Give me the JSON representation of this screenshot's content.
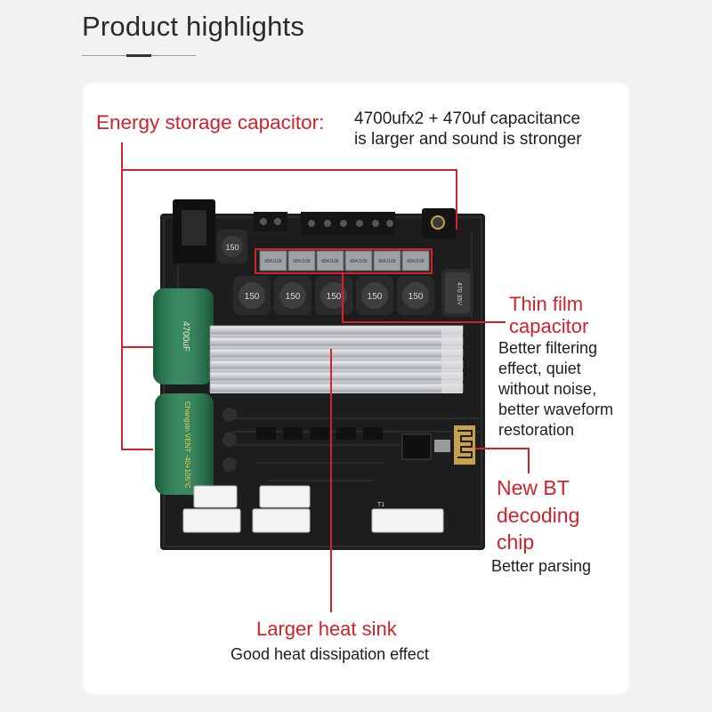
{
  "page": {
    "title": "Product highlights"
  },
  "colors": {
    "accent_red": "#d0232a",
    "text": "#222222",
    "board": "#1b1b1b",
    "heatsink": "#c9ccd0",
    "capacitor": "#1f7a4d"
  },
  "features": {
    "energy_storage": {
      "label": "Energy storage capacitor:",
      "desc_line1": "4700ufx2 + 470uf capacitance",
      "desc_line2": "is larger and sound is stronger"
    },
    "thin_film": {
      "label_line1": "Thin film",
      "label_line2": "capacitor",
      "desc_line1": "Better filtering",
      "desc_line2": "effect, quiet",
      "desc_line3": "without noise,",
      "desc_line4": "better waveform",
      "desc_line5": "restoration"
    },
    "bt_chip": {
      "label_line1": "New BT",
      "label_line2": "decoding",
      "label_line3": "chip",
      "desc": "Better parsing"
    },
    "heat_sink": {
      "label": "Larger heat sink",
      "desc": "Good heat dissipation effect"
    }
  },
  "board_markings": {
    "inductor_code": "150",
    "film_cap_code": "684J100",
    "small_cap_text": "470 35V",
    "big_cap_text": "4700uF",
    "brand_cap_text": "Changxin VENT -40+105°C",
    "connector_label": "T1"
  }
}
